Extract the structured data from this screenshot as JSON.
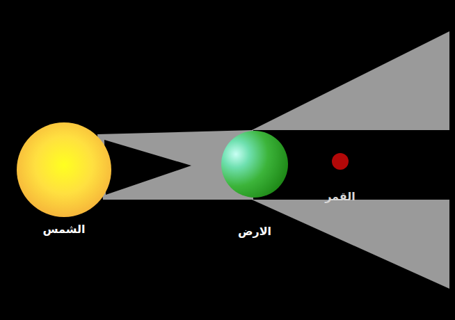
{
  "diagram": {
    "nodes": [
      {
        "text": [
          "الشمس"
        ]
      },
      {
        "text": [
          "الارض"
        ]
      },
      {
        "text": [
          "القمر"
        ]
      }
    ]
  }
}
